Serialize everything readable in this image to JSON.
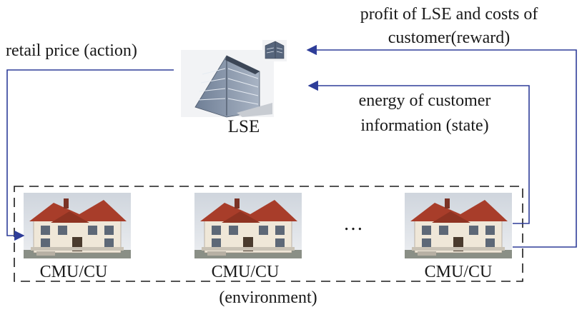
{
  "load_serving_entity": {
    "label": "LSE"
  },
  "arrows": {
    "action_label": "retail price (action)",
    "reward_line1": "profit of LSE and costs of",
    "reward_line2": "customer(reward)",
    "state_line1": "energy of customer",
    "state_line2": "information (state)"
  },
  "environment": {
    "label": "(environment)",
    "ellipsis": "…",
    "units": [
      {
        "label": "CMU/CU"
      },
      {
        "label": "CMU/CU"
      },
      {
        "label": "CMU/CU"
      }
    ]
  },
  "colors": {
    "arrow": "#2e3d99",
    "dashed_border": "#1a1a1a",
    "sky": "#d9dde3",
    "roof": "#a83d2a",
    "wall": "#efe7d8",
    "building_glass": "#5f6f86"
  },
  "icons": {
    "lse": "office-building-icon",
    "lse_small": "small-building-icon",
    "unit": "house-photo-icon"
  }
}
